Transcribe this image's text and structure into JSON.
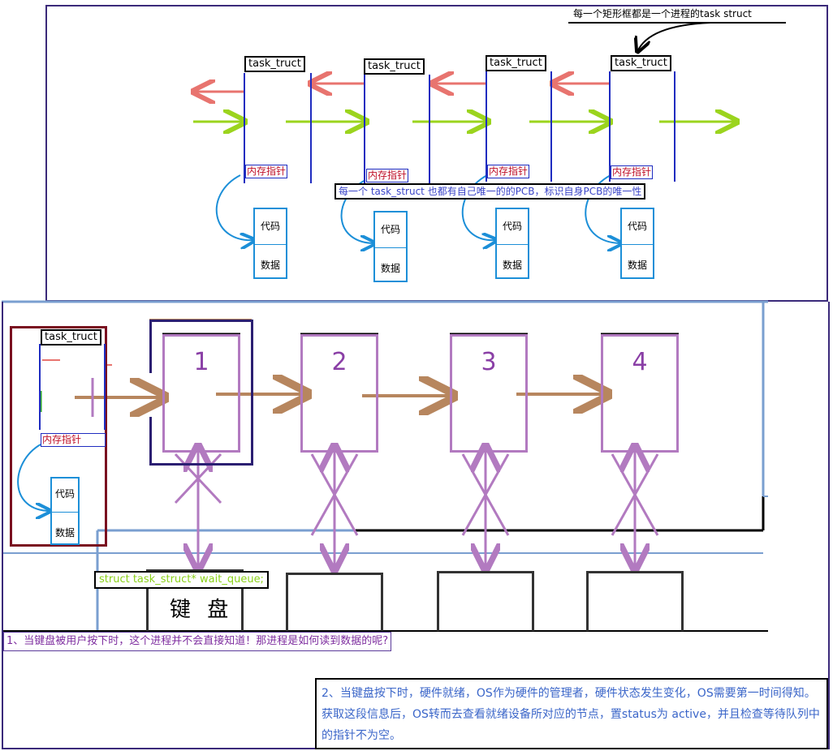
{
  "top_diagram": {
    "header_note": "每一个矩形框都是一个进程的task struct",
    "pcb_label": "task_truct",
    "mem_ptr_label": "内存指针",
    "code_label": "代码",
    "data_label": "数据",
    "banner_note": "每一个 task_struct 也都有自己唯一的的PCB，标识自身PCB的唯一性"
  },
  "bottom_diagram": {
    "pcb_label": "task_truct",
    "mem_ptr_label": "内存指针",
    "code_label": "代码",
    "data_label": "数据",
    "processes": [
      "1",
      "2",
      "3",
      "4"
    ],
    "keyboard_label": "键 盘",
    "wait_queue_label": "struct task_struct* wait_queue;"
  },
  "questions": {
    "q1": "1、当键盘被用户按下时，这个进程并不会直接知道！那进程是如何读到数据的呢?",
    "q2": "2、当键盘按下时，硬件就绪，OS作为硬件的管理者，硬件状态发生变化，OS需要第一时间得知。获取这段信息后，OS转而去查看就绪设备所对应的节点，置status为 active，并且检查等待队列中的指针不为空。"
  },
  "colors": {
    "frame": "#3b2a7a",
    "pcb_border": "#1f2cc0",
    "next_arrow": "#9bd41e",
    "prev_arrow": "#e8746f",
    "mem_ptr_text": "#c0122a",
    "code_box": "#1c8fd8",
    "process_box": "#b27ac0",
    "process_number": "#8a3fa6",
    "queue_arrow": "#b7865e",
    "wait_queue_text": "#8bd11a",
    "question1_text": "#7d2c9f",
    "question2_text": "#3b66c9"
  }
}
